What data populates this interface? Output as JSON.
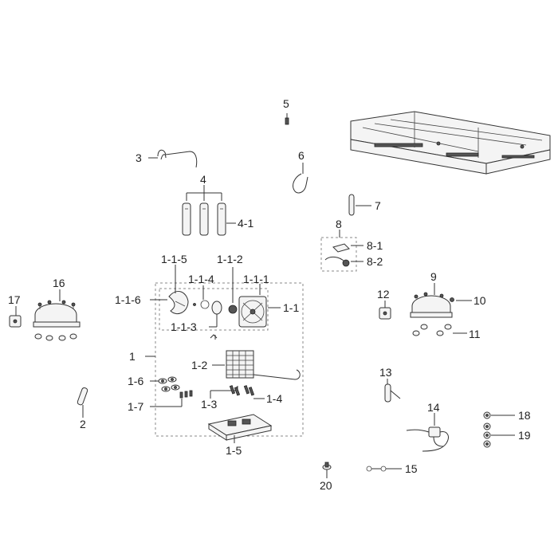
{
  "labels": {
    "l1": "1",
    "l1_1": "1-1",
    "l1_1_1": "1-1-1",
    "l1_1_2": "1-1-2",
    "l1_1_3": "1-1-3",
    "l1_1_4": "1-1-4",
    "l1_1_5": "1-1-5",
    "l1_1_6": "1-1-6",
    "l1_2": "1-2",
    "l1_3": "1-3",
    "l1_4": "1-4",
    "l1_5": "1-5",
    "l1_6": "1-6",
    "l1_7": "1-7",
    "l2": "2",
    "l3": "3",
    "l4": "4",
    "l4_1": "4-1",
    "l5": "5",
    "l6": "6",
    "l7": "7",
    "l8": "8",
    "l8_1": "8-1",
    "l8_2": "8-2",
    "l9": "9",
    "l10": "10",
    "l11": "11",
    "l12": "12",
    "l13": "13",
    "l14": "14",
    "l15": "15",
    "l16": "16",
    "l17": "17",
    "l18": "18",
    "l19": "19",
    "l20": "20"
  }
}
